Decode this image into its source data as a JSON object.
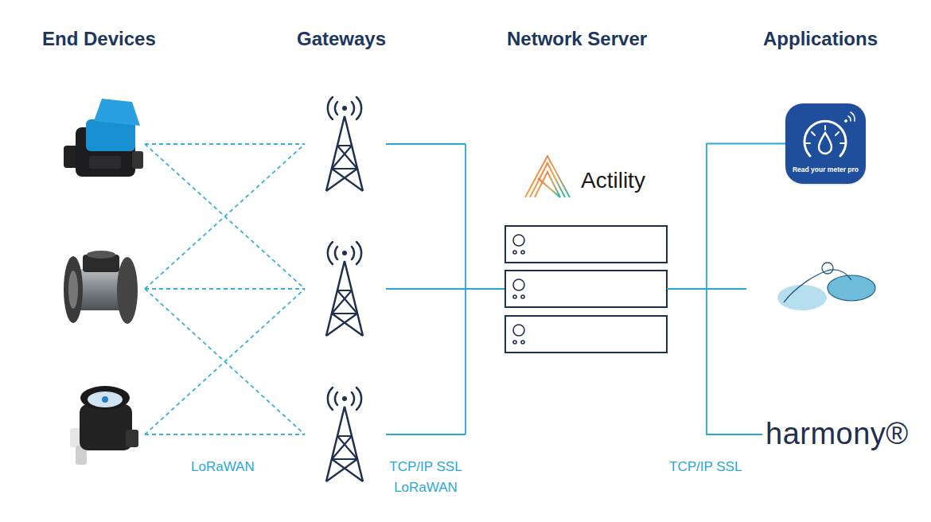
{
  "diagram": {
    "nodes": [
      {
        "text": [
          "Actility"
        ]
      },
      {
        "text": [
          "Read your meter pro"
        ]
      },
      {
        "text": [
          "harmony®"
        ]
      }
    ],
    "edges": [
      {
        "from": 0,
        "to": 1,
        "arrow": "none"
      },
      {
        "from": 0,
        "to": 2,
        "arrow": "none"
      }
    ],
    "labels": [
      "End Devices",
      "Gateways",
      "Network Server",
      "Applications",
      "LoRaWAN",
      "TCP/IP SSL LoRaWAN",
      "TCP/IP SSL"
    ]
  }
}
